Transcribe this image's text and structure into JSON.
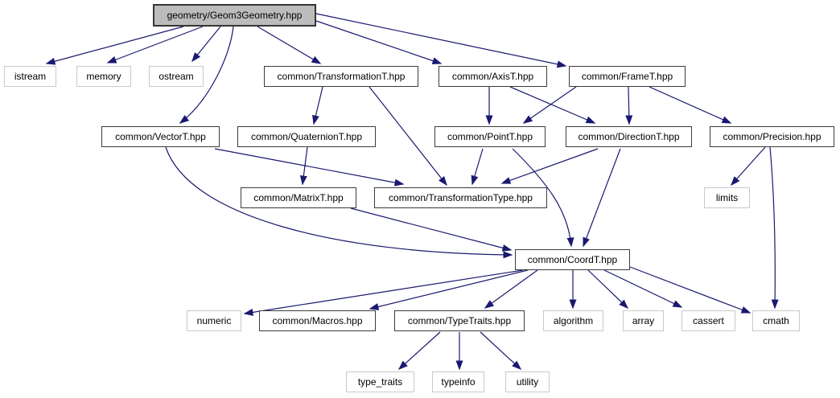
{
  "diagram": {
    "kind": "include-dependency-graph",
    "root": "geometry/Geom3Geometry.hpp",
    "colors": {
      "edge": "#191970",
      "current_node_fill": "#bcbcbc",
      "documented_border": "#3c3c3c",
      "external_border": "#c9c9c9",
      "background": "#ffffff"
    },
    "nodes": {
      "geom3": {
        "label": "geometry/Geom3Geometry.hpp",
        "kind": "current"
      },
      "istream": {
        "label": "istream",
        "kind": "external"
      },
      "memory": {
        "label": "memory",
        "kind": "external"
      },
      "ostream": {
        "label": "ostream",
        "kind": "external"
      },
      "transformationt": {
        "label": "common/TransformationT.hpp",
        "kind": "documented"
      },
      "axist": {
        "label": "common/AxisT.hpp",
        "kind": "documented"
      },
      "framet": {
        "label": "common/FrameT.hpp",
        "kind": "documented"
      },
      "vectort": {
        "label": "common/VectorT.hpp",
        "kind": "documented"
      },
      "quaterniont": {
        "label": "common/QuaternionT.hpp",
        "kind": "documented"
      },
      "pointt": {
        "label": "common/PointT.hpp",
        "kind": "documented"
      },
      "directiont": {
        "label": "common/DirectionT.hpp",
        "kind": "documented"
      },
      "precision": {
        "label": "common/Precision.hpp",
        "kind": "documented"
      },
      "matrixt": {
        "label": "common/MatrixT.hpp",
        "kind": "documented"
      },
      "transformationtype": {
        "label": "common/TransformationType.hpp",
        "kind": "documented"
      },
      "limits": {
        "label": "limits",
        "kind": "external"
      },
      "coordt": {
        "label": "common/CoordT.hpp",
        "kind": "documented"
      },
      "numeric": {
        "label": "numeric",
        "kind": "external"
      },
      "macros": {
        "label": "common/Macros.hpp",
        "kind": "documented"
      },
      "typetraits": {
        "label": "common/TypeTraits.hpp",
        "kind": "documented"
      },
      "algorithm": {
        "label": "algorithm",
        "kind": "external"
      },
      "array": {
        "label": "array",
        "kind": "external"
      },
      "cassert": {
        "label": "cassert",
        "kind": "external"
      },
      "cmath": {
        "label": "cmath",
        "kind": "external"
      },
      "type_traits": {
        "label": "type_traits",
        "kind": "external"
      },
      "typeinfo": {
        "label": "typeinfo",
        "kind": "external"
      },
      "utility": {
        "label": "utility",
        "kind": "external"
      }
    },
    "edges": [
      [
        "geom3",
        "istream"
      ],
      [
        "geom3",
        "memory"
      ],
      [
        "geom3",
        "ostream"
      ],
      [
        "geom3",
        "vectort"
      ],
      [
        "geom3",
        "transformationt"
      ],
      [
        "geom3",
        "axist"
      ],
      [
        "geom3",
        "framet"
      ],
      [
        "transformationt",
        "quaterniont"
      ],
      [
        "transformationt",
        "transformationtype"
      ],
      [
        "axist",
        "pointt"
      ],
      [
        "axist",
        "directiont"
      ],
      [
        "framet",
        "pointt"
      ],
      [
        "framet",
        "directiont"
      ],
      [
        "framet",
        "precision"
      ],
      [
        "vectort",
        "transformationtype"
      ],
      [
        "vectort",
        "coordt"
      ],
      [
        "quaterniont",
        "matrixt"
      ],
      [
        "matrixt",
        "coordt"
      ],
      [
        "pointt",
        "transformationtype"
      ],
      [
        "pointt",
        "coordt"
      ],
      [
        "directiont",
        "transformationtype"
      ],
      [
        "directiont",
        "coordt"
      ],
      [
        "precision",
        "limits"
      ],
      [
        "precision",
        "cmath"
      ],
      [
        "coordt",
        "numeric"
      ],
      [
        "coordt",
        "macros"
      ],
      [
        "coordt",
        "typetraits"
      ],
      [
        "coordt",
        "algorithm"
      ],
      [
        "coordt",
        "array"
      ],
      [
        "coordt",
        "cassert"
      ],
      [
        "coordt",
        "cmath"
      ],
      [
        "typetraits",
        "type_traits"
      ],
      [
        "typetraits",
        "typeinfo"
      ],
      [
        "typetraits",
        "utility"
      ]
    ]
  }
}
